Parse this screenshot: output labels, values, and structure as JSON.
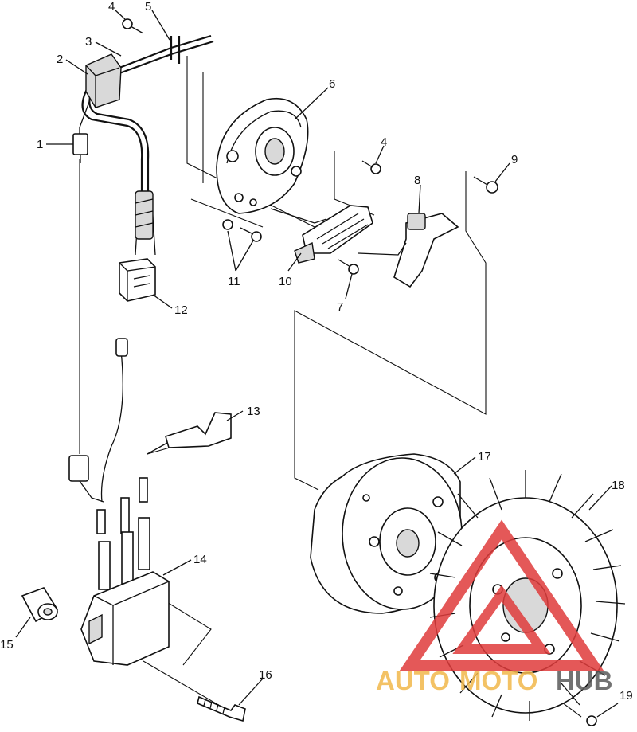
{
  "callouts": [
    {
      "id": "c1",
      "label": "1"
    },
    {
      "id": "c2",
      "label": "2"
    },
    {
      "id": "c3",
      "label": "3"
    },
    {
      "id": "c4a",
      "label": "4"
    },
    {
      "id": "c5",
      "label": "5"
    },
    {
      "id": "c6",
      "label": "6"
    },
    {
      "id": "c4b",
      "label": "4"
    },
    {
      "id": "c9",
      "label": "9"
    },
    {
      "id": "c8",
      "label": "8"
    },
    {
      "id": "c11",
      "label": "11"
    },
    {
      "id": "c10",
      "label": "10"
    },
    {
      "id": "c7",
      "label": "7"
    },
    {
      "id": "c12",
      "label": "12"
    },
    {
      "id": "c13",
      "label": "13"
    },
    {
      "id": "c17",
      "label": "17"
    },
    {
      "id": "c18",
      "label": "18"
    },
    {
      "id": "c14",
      "label": "14"
    },
    {
      "id": "c15",
      "label": "15"
    },
    {
      "id": "c16",
      "label": "16"
    },
    {
      "id": "c19",
      "label": "19"
    }
  ],
  "watermark": {
    "text_auto": "AUTO",
    "text_moto": "MOTO",
    "text_hub": "HUB",
    "color_primary": "#e03c3c",
    "color_secondary": "#f2b84b",
    "color_dark": "#5a5a5a"
  },
  "colors": {
    "ink": "#111111",
    "paper": "#ffffff"
  }
}
